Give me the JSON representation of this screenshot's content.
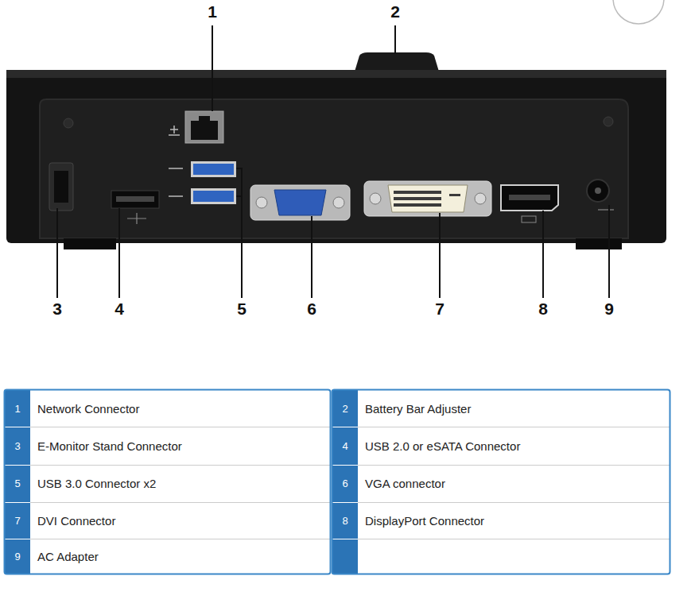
{
  "diagram": {
    "labels": [
      "1",
      "2",
      "3",
      "4",
      "5",
      "6",
      "7",
      "8",
      "9",
      "1",
      "Network Connector",
      "2",
      "Battery Bar Adjuster",
      "3",
      "E-Monitor Stand Connector",
      "4",
      "USB 2.0 or eSATA Connector",
      "5",
      "USB 3.0 Connector x2",
      "6",
      "VGA connector",
      "7",
      "DVI Connector",
      "8",
      "DisplayPort Connector",
      "9",
      "AC Adapter"
    ]
  }
}
